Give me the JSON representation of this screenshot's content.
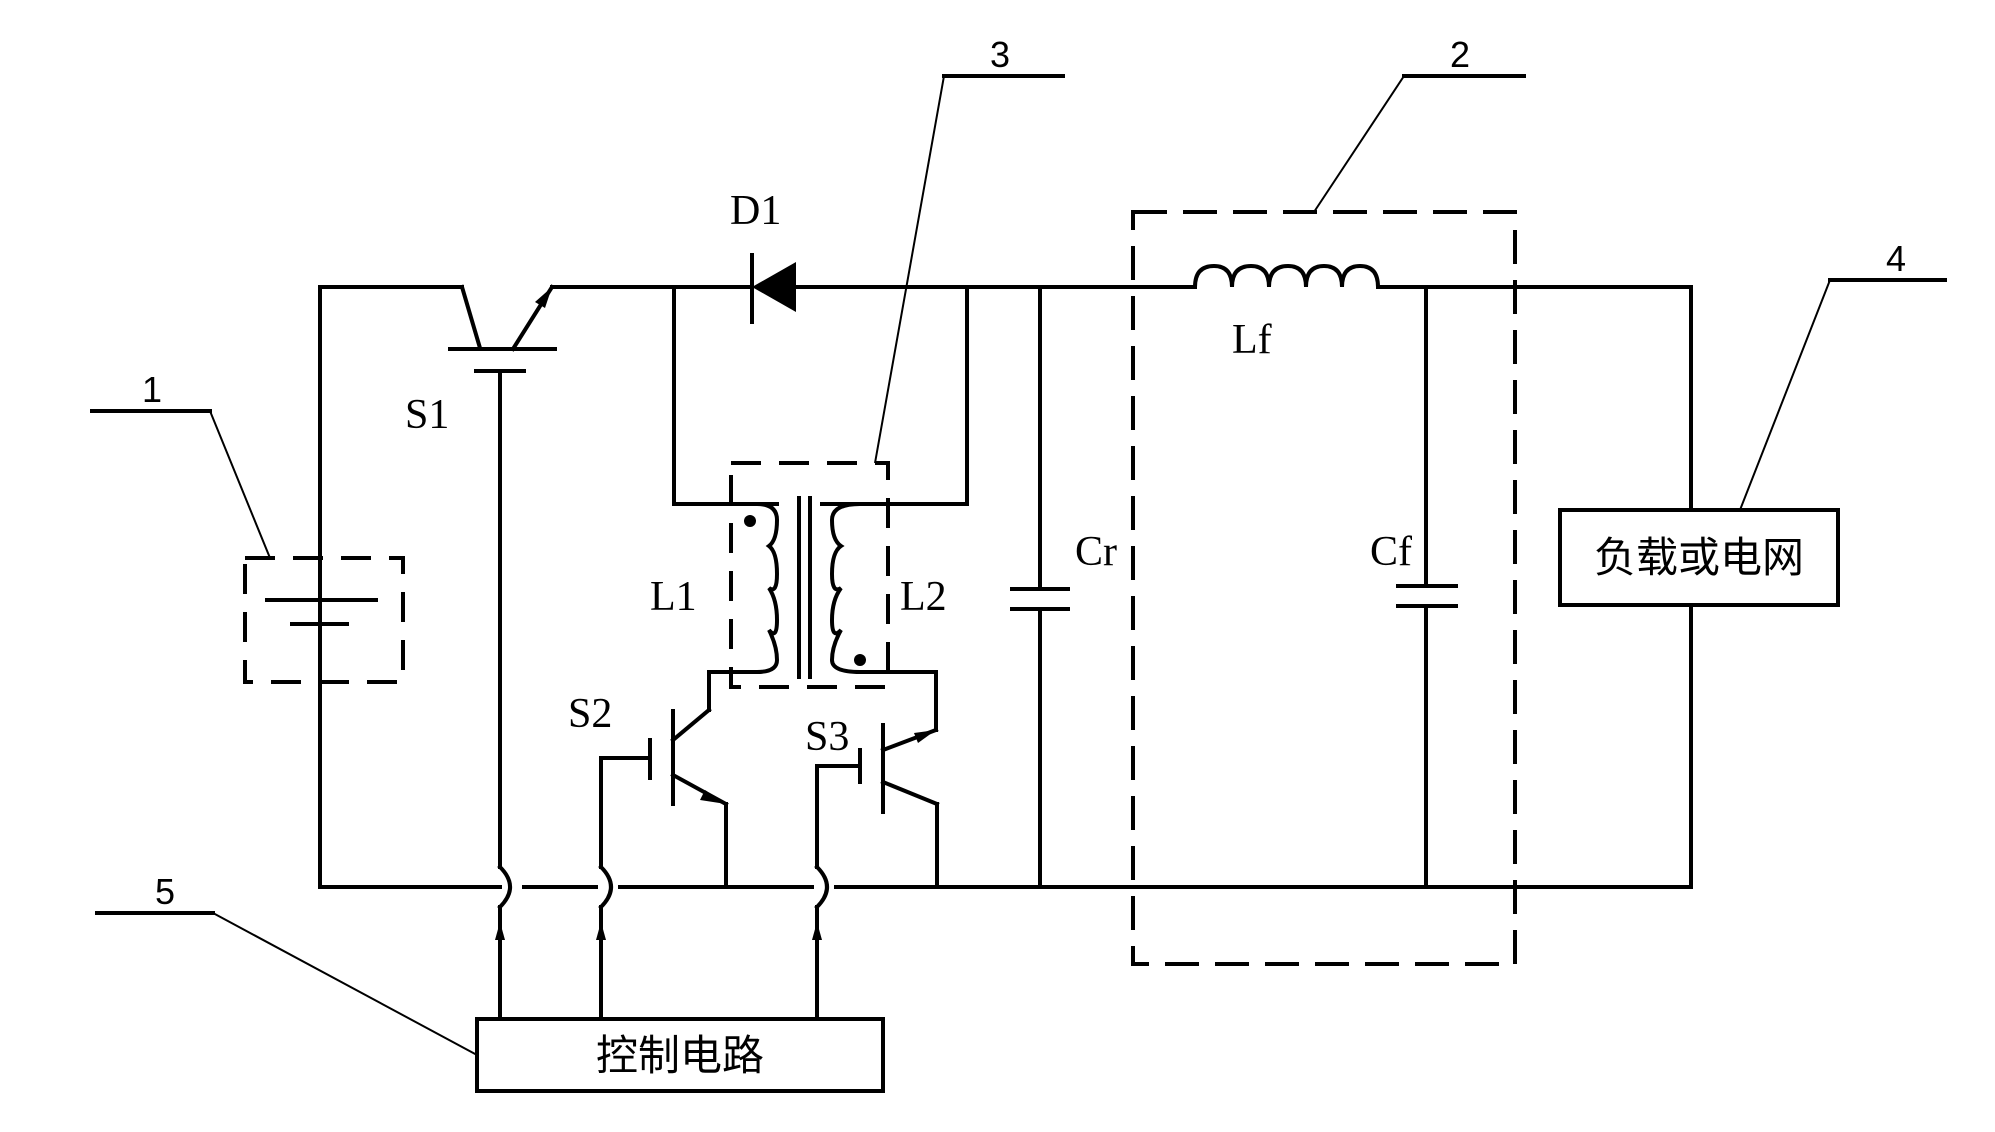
{
  "figure": {
    "type": "circuit-schematic",
    "components": {
      "switch_s1": "S1",
      "switch_s2": "S2",
      "switch_s3": "S3",
      "diode": "D1",
      "winding_primary": "L1",
      "winding_secondary": "L2",
      "resonant_capacitor": "Cr",
      "filter_inductor": "Lf",
      "filter_capacitor": "Cf"
    },
    "blocks": {
      "load_or_grid": "负载或电网",
      "control_circuit": "控制电路"
    },
    "reference_numbers": {
      "source": "1",
      "filter": "2",
      "transformer": "3",
      "load": "4",
      "control": "5"
    }
  }
}
